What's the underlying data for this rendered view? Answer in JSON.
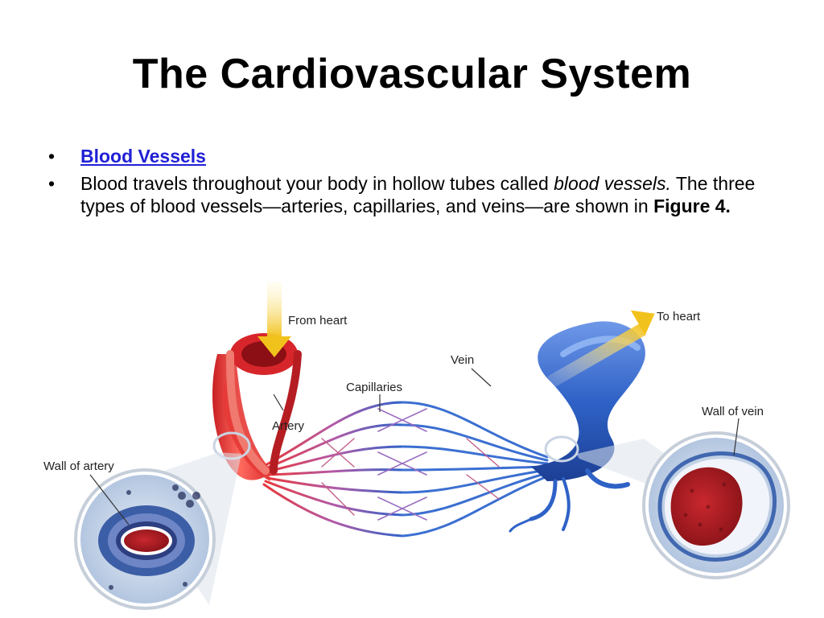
{
  "title": "The Cardiovascular System",
  "bullets": [
    {
      "link_text": "Blood Vessels"
    },
    {
      "text_before": "Blood travels throughout your body in hollow tubes called ",
      "italic": "blood vessels.",
      "text_middle": " The three types of blood vessels—arteries, capillaries, and veins—are shown in ",
      "bold": "Figure 4."
    }
  ],
  "figure": {
    "labels": {
      "from_heart": "From heart",
      "to_heart": "To heart",
      "vein": "Vein",
      "capillaries": "Capillaries",
      "artery": "Artery",
      "wall_of_artery": "Wall of artery",
      "wall_of_vein": "Wall of vein"
    },
    "colors": {
      "artery": "#e8373a",
      "vein": "#2f62c7",
      "arrow": "#f2c21c",
      "blood": "#b51e24"
    }
  }
}
